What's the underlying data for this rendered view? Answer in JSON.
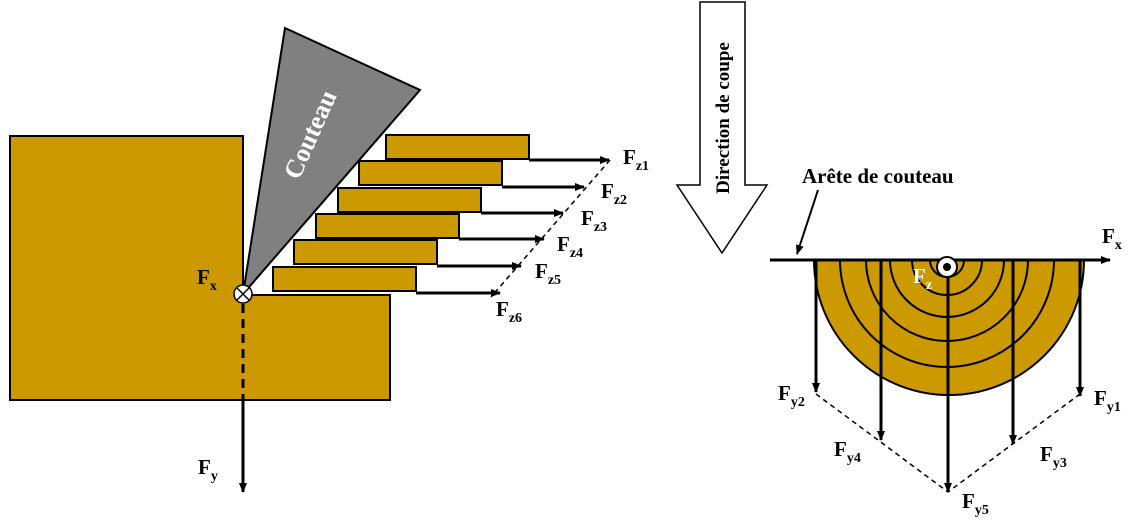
{
  "colors": {
    "wood": "#CC9900",
    "blade": "#808080",
    "outline": "#000000",
    "background": "#FFFFFF"
  },
  "left_figure": {
    "blade_label": "Couteau",
    "fx": {
      "main": "F",
      "sub": "x"
    },
    "fy": {
      "main": "F",
      "sub": "y"
    },
    "fz": [
      {
        "main": "F",
        "sub": "z1"
      },
      {
        "main": "F",
        "sub": "z2"
      },
      {
        "main": "F",
        "sub": "z3"
      },
      {
        "main": "F",
        "sub": "z4"
      },
      {
        "main": "F",
        "sub": "z5"
      },
      {
        "main": "F",
        "sub": "z6"
      }
    ]
  },
  "direction_arrow": {
    "label": "Direction de coupe"
  },
  "right_figure": {
    "edge_label": "Arête de couteau",
    "fx": {
      "main": "F",
      "sub": "x"
    },
    "fz": {
      "main": "F",
      "sub": "z"
    },
    "fy": [
      {
        "main": "F",
        "sub": "y1"
      },
      {
        "main": "F",
        "sub": "y2"
      },
      {
        "main": "F",
        "sub": "y3"
      },
      {
        "main": "F",
        "sub": "y4"
      },
      {
        "main": "F",
        "sub": "y5"
      }
    ]
  }
}
